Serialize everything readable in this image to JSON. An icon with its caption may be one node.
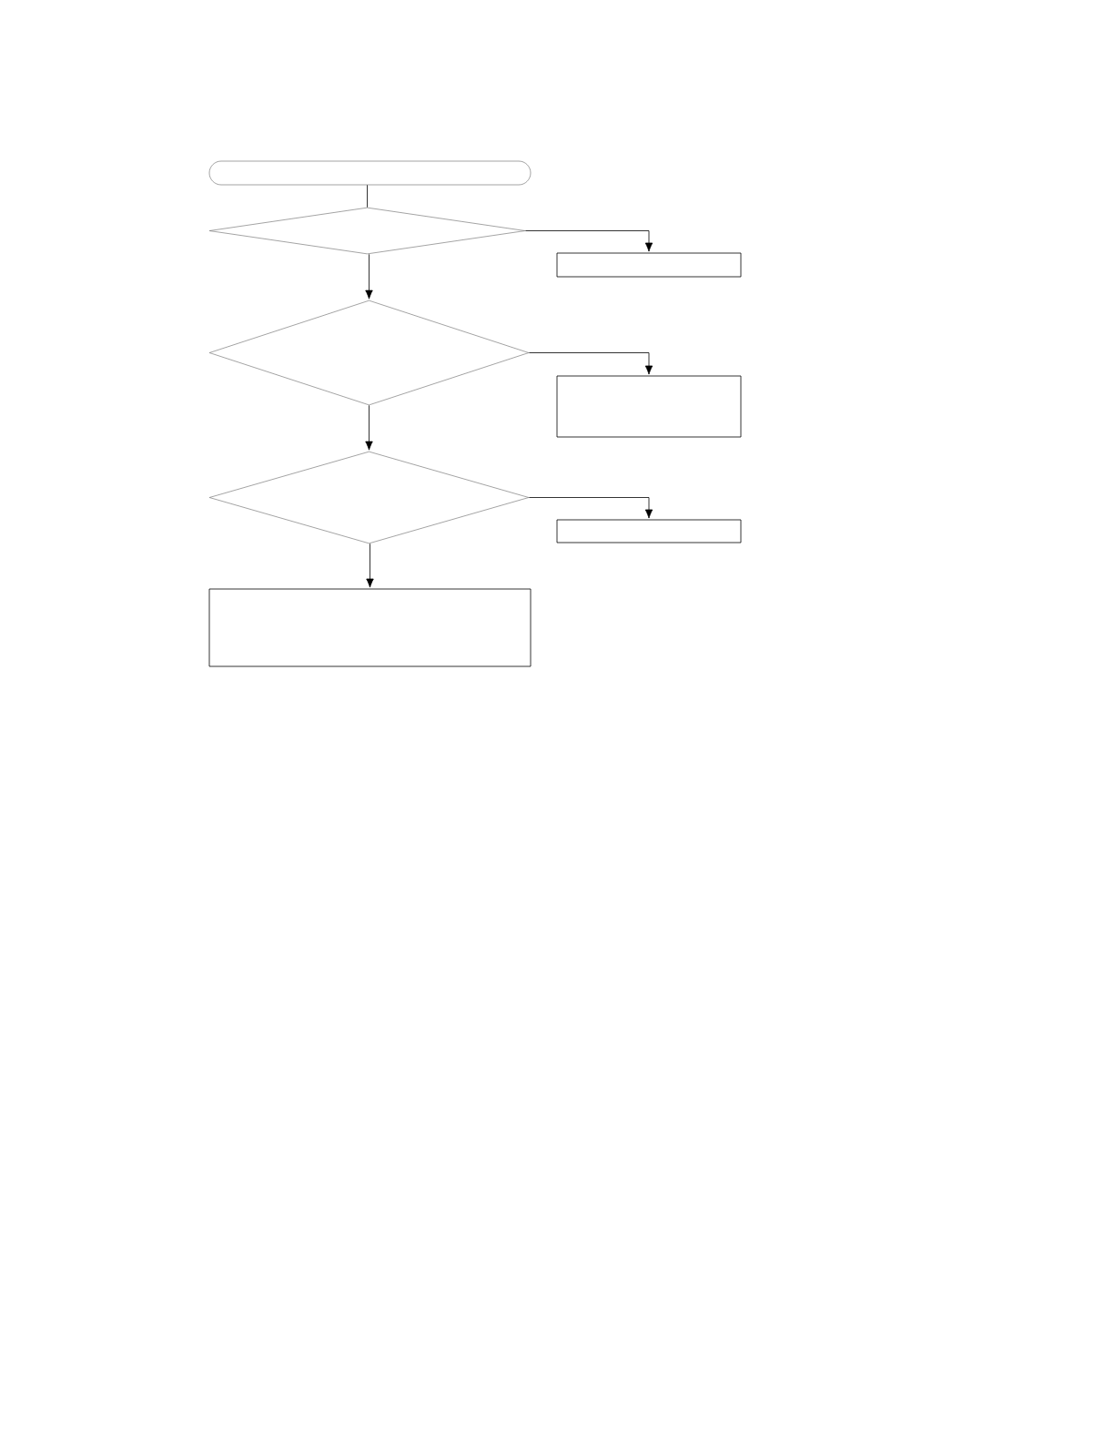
{
  "diagram": {
    "nodes": [
      {
        "text": [],
        "shape": "capsule"
      },
      {
        "text": [],
        "shape": "diamond"
      },
      {
        "text": [],
        "shape": "box"
      },
      {
        "text": [],
        "shape": "diamond"
      },
      {
        "text": [],
        "shape": "box"
      },
      {
        "text": [],
        "shape": "diamond"
      },
      {
        "text": [],
        "shape": "box"
      },
      {
        "text": [],
        "shape": "box"
      }
    ],
    "edges": [
      {
        "from": 0,
        "to": 1,
        "arrow": "none"
      },
      {
        "from": 1,
        "to": 2,
        "arrow": "to"
      },
      {
        "from": 1,
        "to": 3,
        "arrow": "to"
      },
      {
        "from": 3,
        "to": 4,
        "arrow": "to"
      },
      {
        "from": 3,
        "to": 5,
        "arrow": "to"
      },
      {
        "from": 5,
        "to": 6,
        "arrow": "to"
      },
      {
        "from": 5,
        "to": 7,
        "arrow": "to"
      }
    ]
  }
}
